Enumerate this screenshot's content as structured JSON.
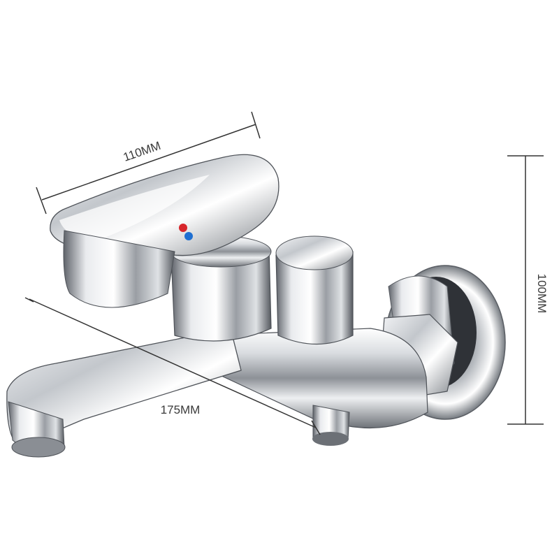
{
  "dimensions": {
    "width_label": "110MM",
    "length_label": "175MM",
    "height_label": "100MM"
  },
  "product": {
    "icon": "chrome-wall-mounted-bath-mixer-tap",
    "finish_color": "#c9ccd1",
    "hot_cold_marker_colors": [
      "#d7262b",
      "#1f6fd1"
    ]
  }
}
